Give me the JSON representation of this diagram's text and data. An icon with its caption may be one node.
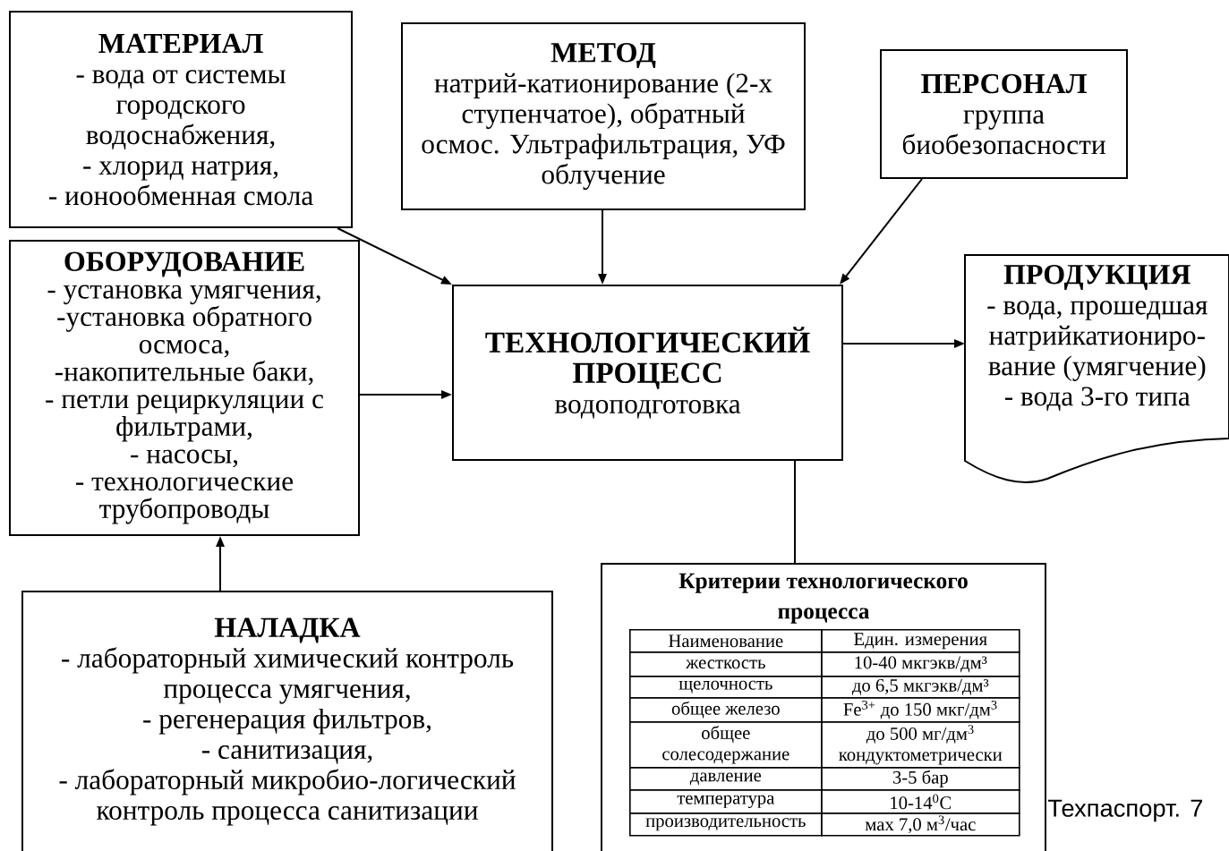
{
  "diagram": {
    "nodes": [
      {
        "text": [
          "МАТЕРИАЛ",
          "- вода от системы городского водоснабжения,",
          "- хлорид натрия,",
          "- ионообменная смола"
        ]
      },
      {
        "text": [
          "МЕТОД",
          "натрий-катионирование (2-х ступенчатое), обратный осмос. Ультрафильтрация, УФ облучение"
        ]
      },
      {
        "text": [
          "ПЕРСОНАЛ",
          "группа биобезопасности"
        ]
      },
      {
        "text": [
          "ОБОРУДОВАНИЕ",
          "- установка умягчения,",
          "-установка обратного осмоса,",
          "-накопительные баки,",
          "- петли рециркуляции с фильтрами,",
          "- насосы,",
          "- технологические трубопроводы"
        ]
      },
      {
        "text": [
          "ТЕХНОЛОГИЧЕСКИЙ ПРОЦЕСС",
          "водоподготовка"
        ]
      },
      {
        "text": [
          "ПРОДУКЦИЯ",
          "- вода, прошедшая натрийкатиониро-вание (умягчение)",
          "- вода 3-го типа"
        ]
      },
      {
        "text": [
          "НАЛАДКА",
          "- лабораторный химический контроль процесса умягчения,",
          "- регенерация фильтров,",
          "- санитизация,",
          "- лабораторный микробио-логический контроль процесса санитизации"
        ]
      },
      {
        "text": [
          "Критерии технологического процесса"
        ]
      }
    ],
    "edges": [
      {
        "from": 0,
        "to": 4,
        "arrow": "to"
      },
      {
        "from": 1,
        "to": 4,
        "arrow": "to"
      },
      {
        "from": 2,
        "to": 4,
        "arrow": "to"
      },
      {
        "from": 3,
        "to": 4,
        "arrow": "to"
      },
      {
        "from": 4,
        "to": 5,
        "arrow": "to"
      },
      {
        "from": 6,
        "to": 3,
        "arrow": "to"
      },
      {
        "from": 4,
        "to": 7,
        "arrow": "none"
      }
    ],
    "labels": [
      "Наименование",
      "Един. измерения",
      "жесткость",
      "10-40 мкгэкв/дм³",
      "щелочность",
      "до 6,5 мкгэкв/дм³",
      "общее железо",
      "Fe$^{3+}$ до 150 мкг/дм$^{3}$",
      "общее солесодержание",
      "до 500 мг/дм$^{3}$ кондуктометрически",
      "давление",
      "3-5 бар",
      "температура",
      "10-14$^{0}$С",
      "производительность",
      "мах 7,0 м$^{3}$/час",
      "Техпаспорт. 7"
    ]
  }
}
